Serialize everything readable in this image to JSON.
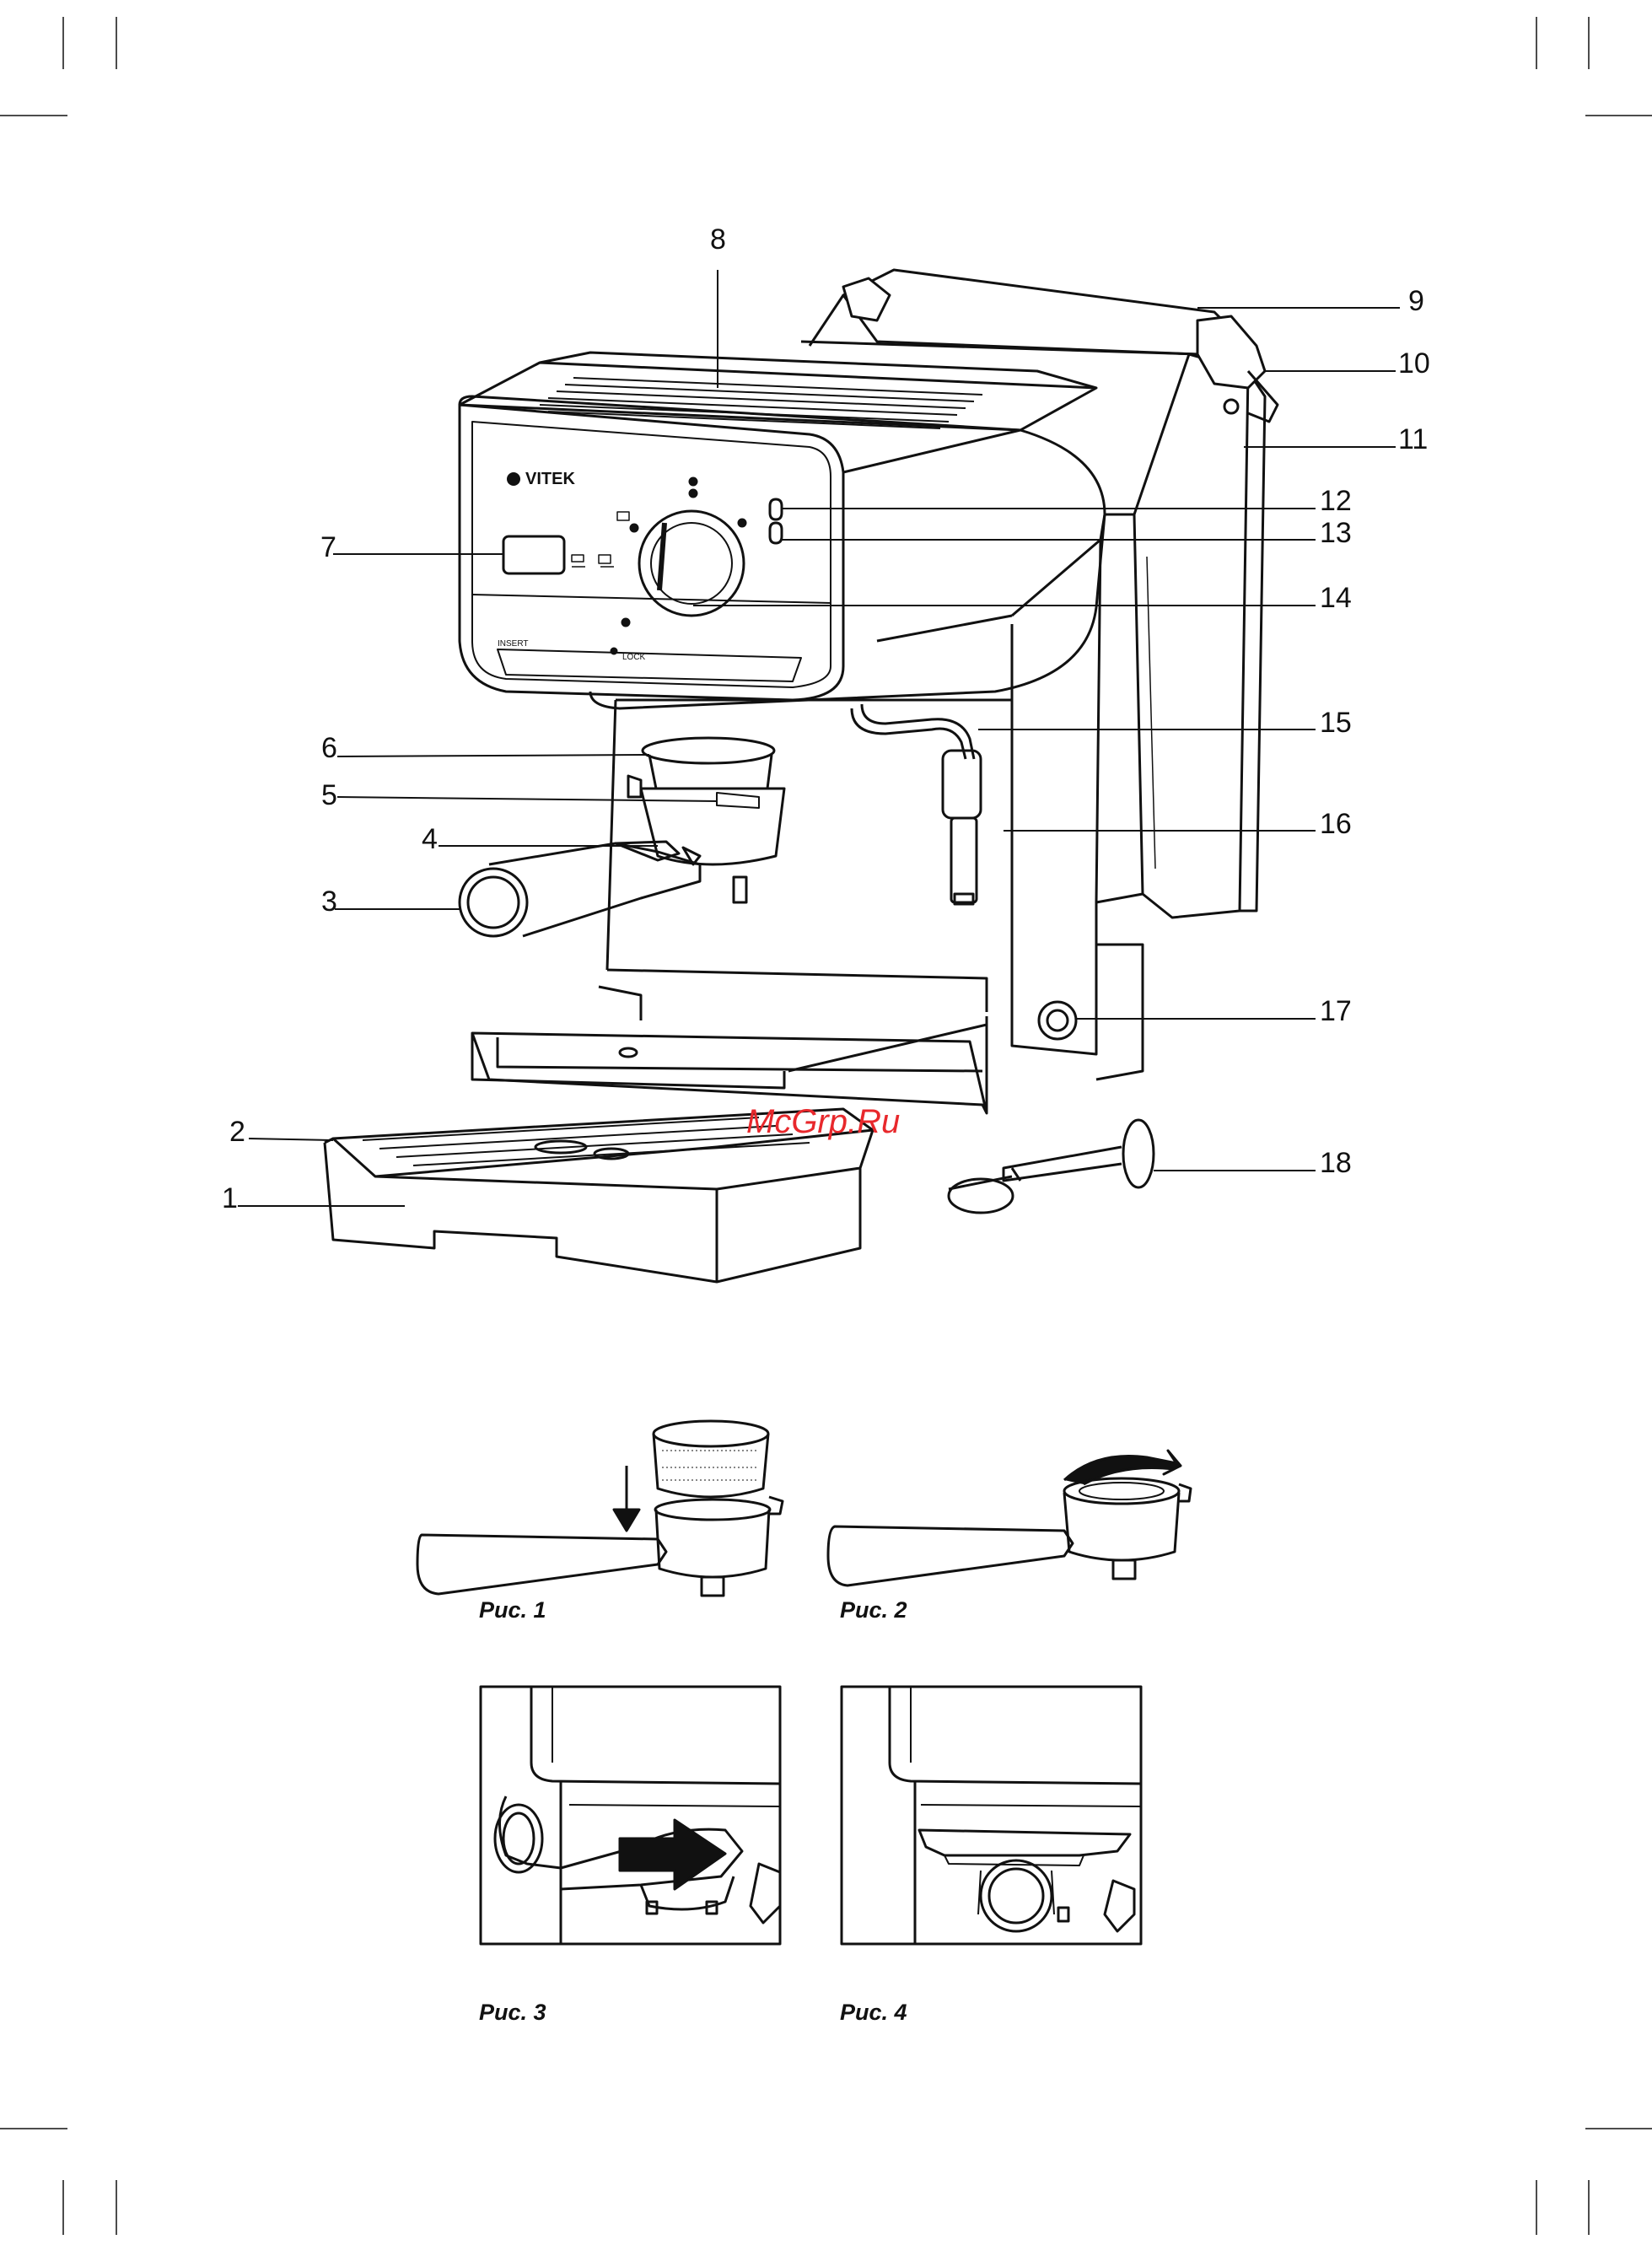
{
  "brand": "VITEK",
  "panel_labels": {
    "insert": "INSERT",
    "lock": "LOCK"
  },
  "watermark": "McGrp.Ru",
  "callouts": [
    "1",
    "2",
    "3",
    "4",
    "5",
    "6",
    "7",
    "8",
    "9",
    "10",
    "11",
    "12",
    "13",
    "14",
    "15",
    "16",
    "17",
    "18"
  ],
  "figures": {
    "fig1": "Рис. 1",
    "fig2": "Рис. 2",
    "fig3": "Рис. 3",
    "fig4": "Рис. 4"
  },
  "colors": {
    "line": "#111111",
    "watermark": "#e8282c",
    "background": "#ffffff"
  }
}
